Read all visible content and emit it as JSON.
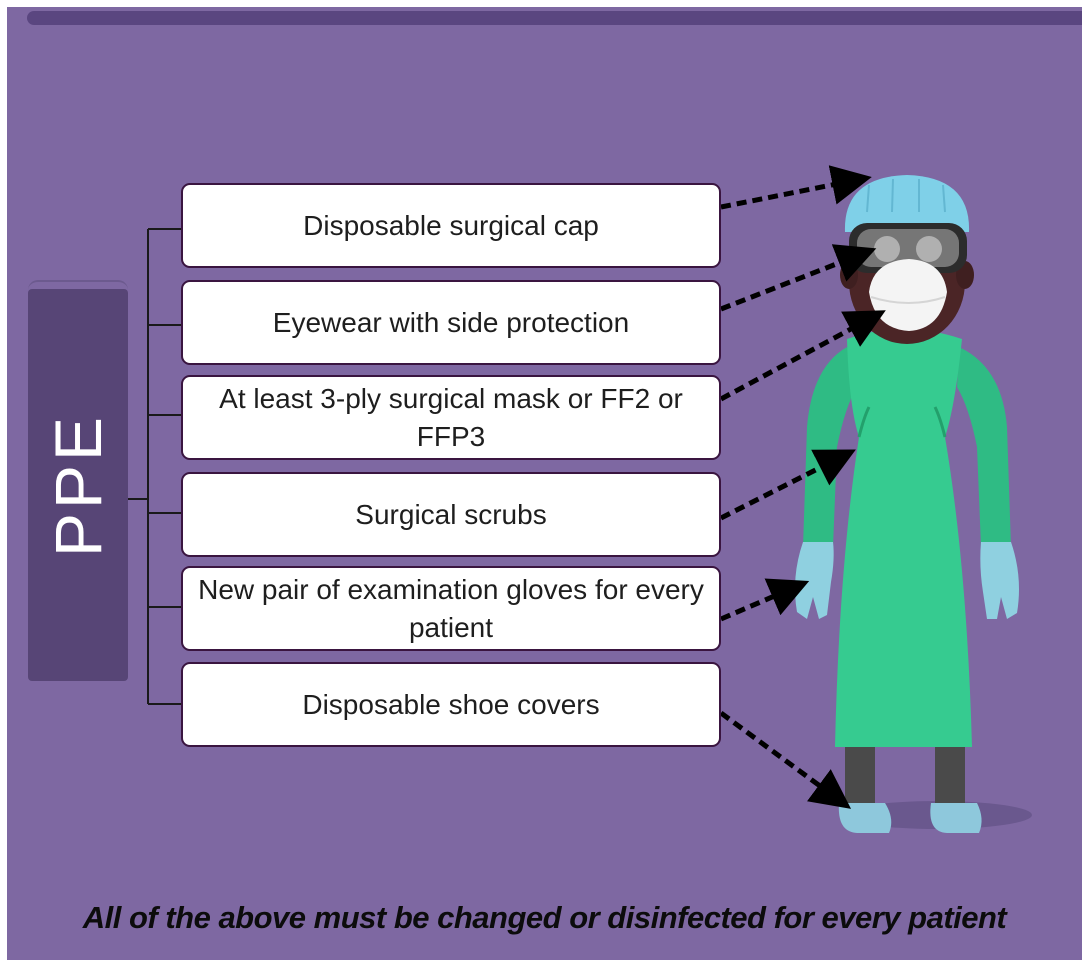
{
  "header_label": "PPE",
  "items": [
    {
      "label": "Disposable surgical cap"
    },
    {
      "label": "Eyewear with side protection"
    },
    {
      "label": "At least 3-ply surgical mask or FF2 or FFP3"
    },
    {
      "label": "Surgical scrubs"
    },
    {
      "label": "New pair of examination gloves for every patient"
    },
    {
      "label": "Disposable shoe covers"
    }
  ],
  "footer_note": "All of the above must be changed or disinfected for every patient",
  "colors": {
    "background": "#7e68a2",
    "ppe_tab": "#574576",
    "box_border": "#3a1540",
    "gown": "#34c98e",
    "gloves": "#8fd0e0",
    "cap": "#7fd0e8"
  },
  "icons": {
    "figure": "healthcare-worker-in-ppe",
    "arrow": "dashed-arrow"
  }
}
